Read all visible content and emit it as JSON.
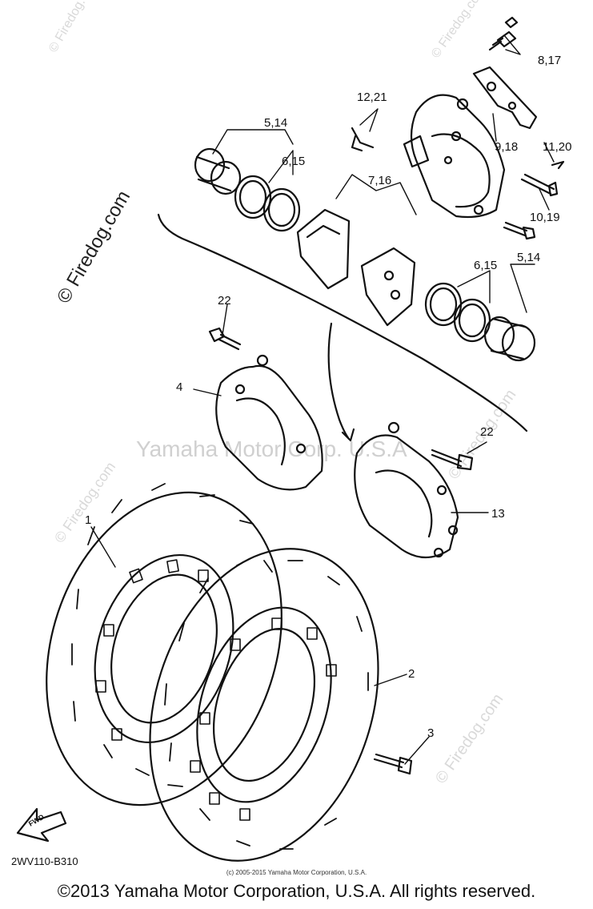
{
  "callouts": {
    "c1": "1",
    "c2": "2",
    "c3": "3",
    "c4": "4",
    "c5_14_top": "5,14",
    "c6_15_top": "6,15",
    "c7_16": "7,16",
    "c8_17": "8,17",
    "c9_18": "9,18",
    "c10_19": "10,19",
    "c11_20": "11,20",
    "c12_21": "12,21",
    "c13": "13",
    "c5_14_right": "5,14",
    "c6_15_right": "6,15",
    "c22_left": "22",
    "c22_right": "22"
  },
  "fwd_label": "FWD",
  "diagram_code": "2WV110-B310",
  "small_copyright": "(c) 2005-2015 Yamaha Motor Corporation, U.S.A.",
  "center_watermark": "Yamaha Motor Corp. U.S.A",
  "watermark": "© Firedog.com",
  "footer_copyright": "©2013 Yamaha Motor Corporation, U.S.A. All rights reserved."
}
